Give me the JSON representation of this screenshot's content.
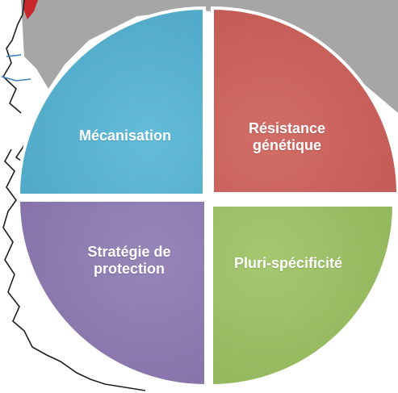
{
  "diagram": {
    "quadrants": [
      {
        "id": "top-left",
        "lines": [
          "Mécanisation"
        ],
        "color": "#5ab4d1"
      },
      {
        "id": "top-right",
        "lines": [
          "Résistance",
          "génétique"
        ],
        "color": "#cc6560"
      },
      {
        "id": "bottom-left",
        "lines": [
          "Stratégie de",
          "protection"
        ],
        "color": "#8f7db2"
      },
      {
        "id": "bottom-right",
        "lines": [
          "Pluri-spécificité"
        ],
        "color": "#9cc066"
      }
    ],
    "background": {
      "shadow_color": "#a6a6a6",
      "map_outline_color": "#1f1f1f",
      "accent_blue": "#3c7fbf",
      "accent_red": "#c8282a"
    }
  }
}
